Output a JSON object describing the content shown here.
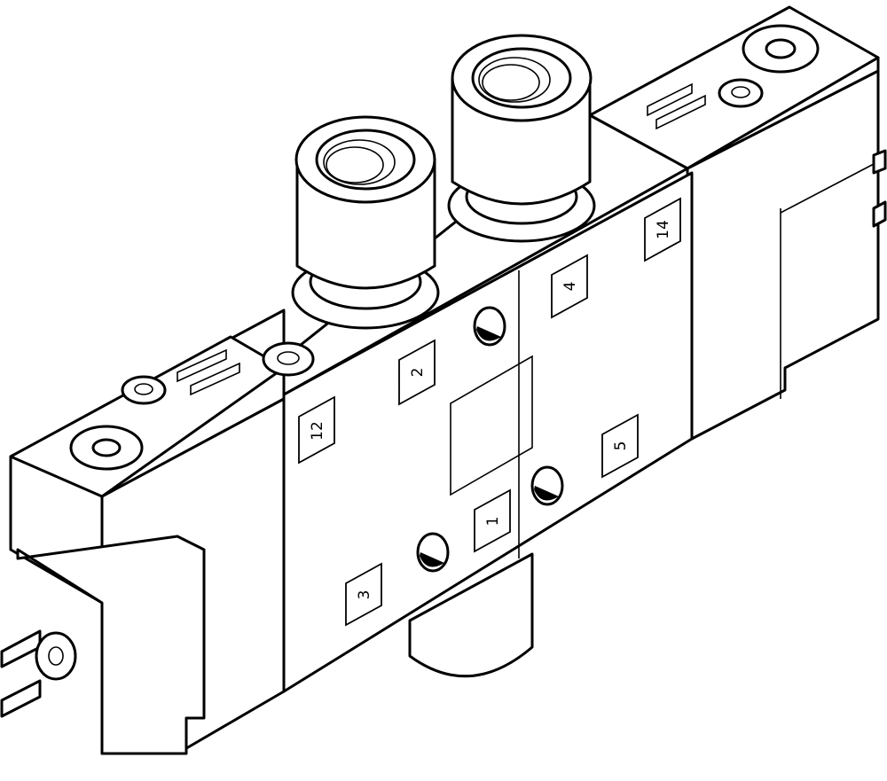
{
  "figure": {
    "subject": "Isometric line drawing of a pneumatic solenoid valve (5/2-way) with two threaded output ports",
    "background": "#ffffff",
    "line_color": "#000000"
  },
  "port_labels": [
    {
      "id": "port-12",
      "text": "12"
    },
    {
      "id": "port-2",
      "text": "2"
    },
    {
      "id": "port-4",
      "text": "4"
    },
    {
      "id": "port-14",
      "text": "14"
    },
    {
      "id": "port-1",
      "text": "1"
    },
    {
      "id": "port-3",
      "text": "3"
    },
    {
      "id": "port-5",
      "text": "5"
    }
  ]
}
